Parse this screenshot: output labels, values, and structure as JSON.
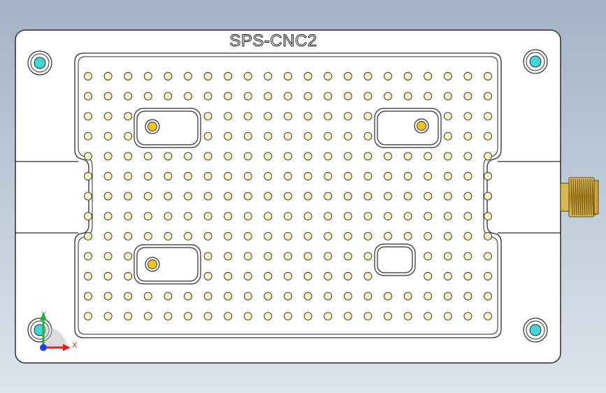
{
  "title": "SPS-CNC2",
  "axes": {
    "x_label": "X",
    "y_label": "Y"
  },
  "grid": {
    "rows": 13,
    "cols": 21
  },
  "colors": {
    "plate": "#ffffff",
    "outline": "#2a2a2a",
    "hole_fill": "#fbf2c2",
    "pin_fill": "#f2c11c",
    "bolt_fill": "#40d6d6",
    "connector": "#c9a63a",
    "axis_x": "#e02020",
    "axis_y": "#20b040",
    "axis_z": "#2040e0"
  },
  "icons": [
    "corner-bolt-icon",
    "locating-pin-icon",
    "thread-connector-icon",
    "coordinate-triad-icon"
  ]
}
